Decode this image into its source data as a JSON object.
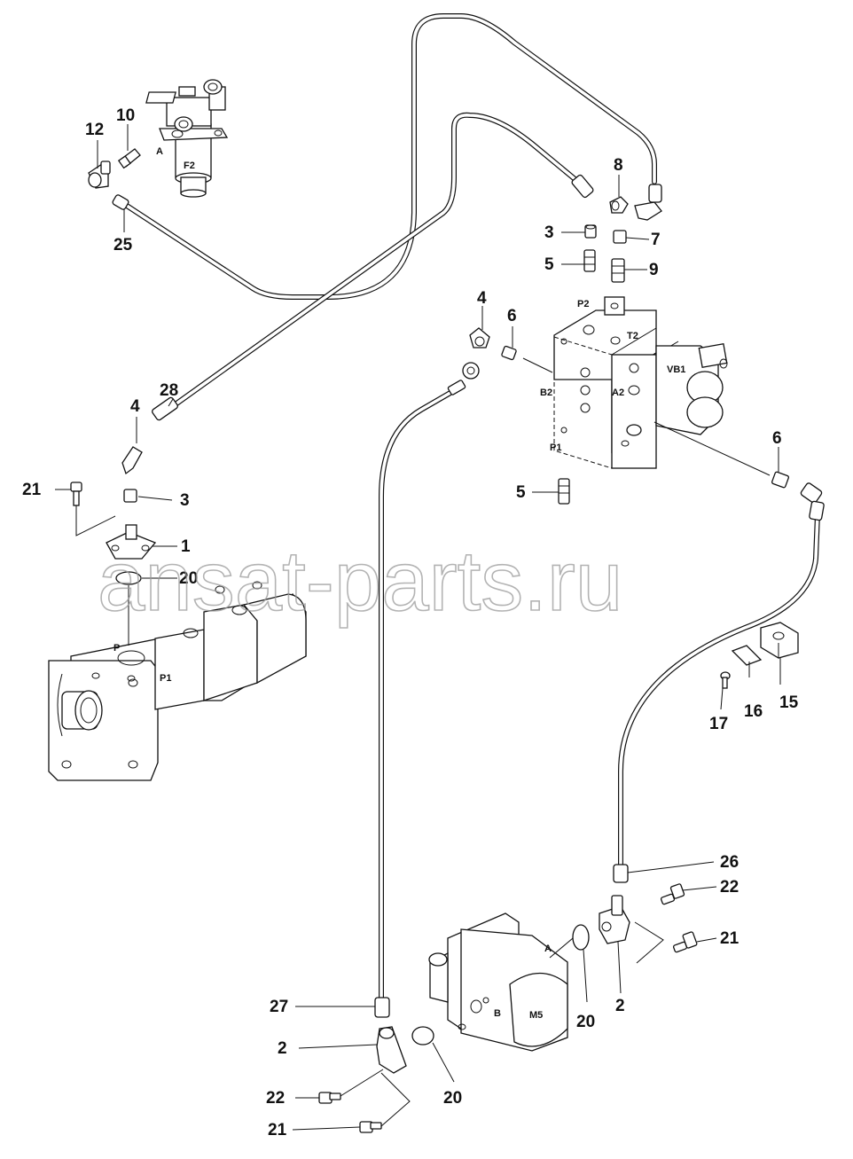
{
  "watermark": "ansat-parts.ru",
  "callouts": {
    "c12": "12",
    "c10": "10",
    "c25": "25",
    "c8": "8",
    "c3a": "3",
    "c7": "7",
    "c5a": "5",
    "c9": "9",
    "c4a": "4",
    "c6a": "6",
    "c28": "28",
    "c4b": "4",
    "c21a": "21",
    "c3b": "3",
    "c1": "1",
    "c20a": "20",
    "c6b": "6",
    "c5b": "5",
    "c15": "15",
    "c16": "16",
    "c17": "17",
    "c26": "26",
    "c22a": "22",
    "c21b": "21",
    "c20b": "20",
    "c2a": "2",
    "c27": "27",
    "c2b": "2",
    "c22b": "22",
    "c20c": "20",
    "c21c": "21"
  },
  "tags": {
    "filter_port_a": "A",
    "filter": "F2",
    "valve_p2": "P2",
    "valve_t2": "T2",
    "valve_vb1": "VB1",
    "valve_b2": "B2",
    "valve_a2": "A2",
    "valve_p1": "P1",
    "pump_port_p": "P",
    "pump": "P1",
    "motor_port_a": "A",
    "motor_port_b": "B",
    "motor": "M5"
  }
}
